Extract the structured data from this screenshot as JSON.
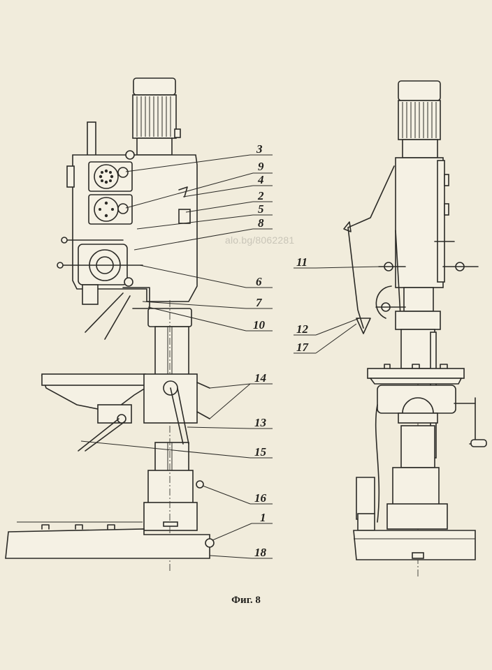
{
  "figure": {
    "caption": "Фиг. 8",
    "watermark": "alo.bg/8062281"
  },
  "callouts": {
    "c1": "1",
    "c2": "2",
    "c3": "3",
    "c4": "4",
    "c5": "5",
    "c6": "6",
    "c7": "7",
    "c8": "8",
    "c9": "9",
    "c10": "10",
    "c11": "11",
    "c12": "12",
    "c13": "13",
    "c14": "14",
    "c15": "15",
    "c16": "16",
    "c17": "17",
    "c18": "18"
  }
}
